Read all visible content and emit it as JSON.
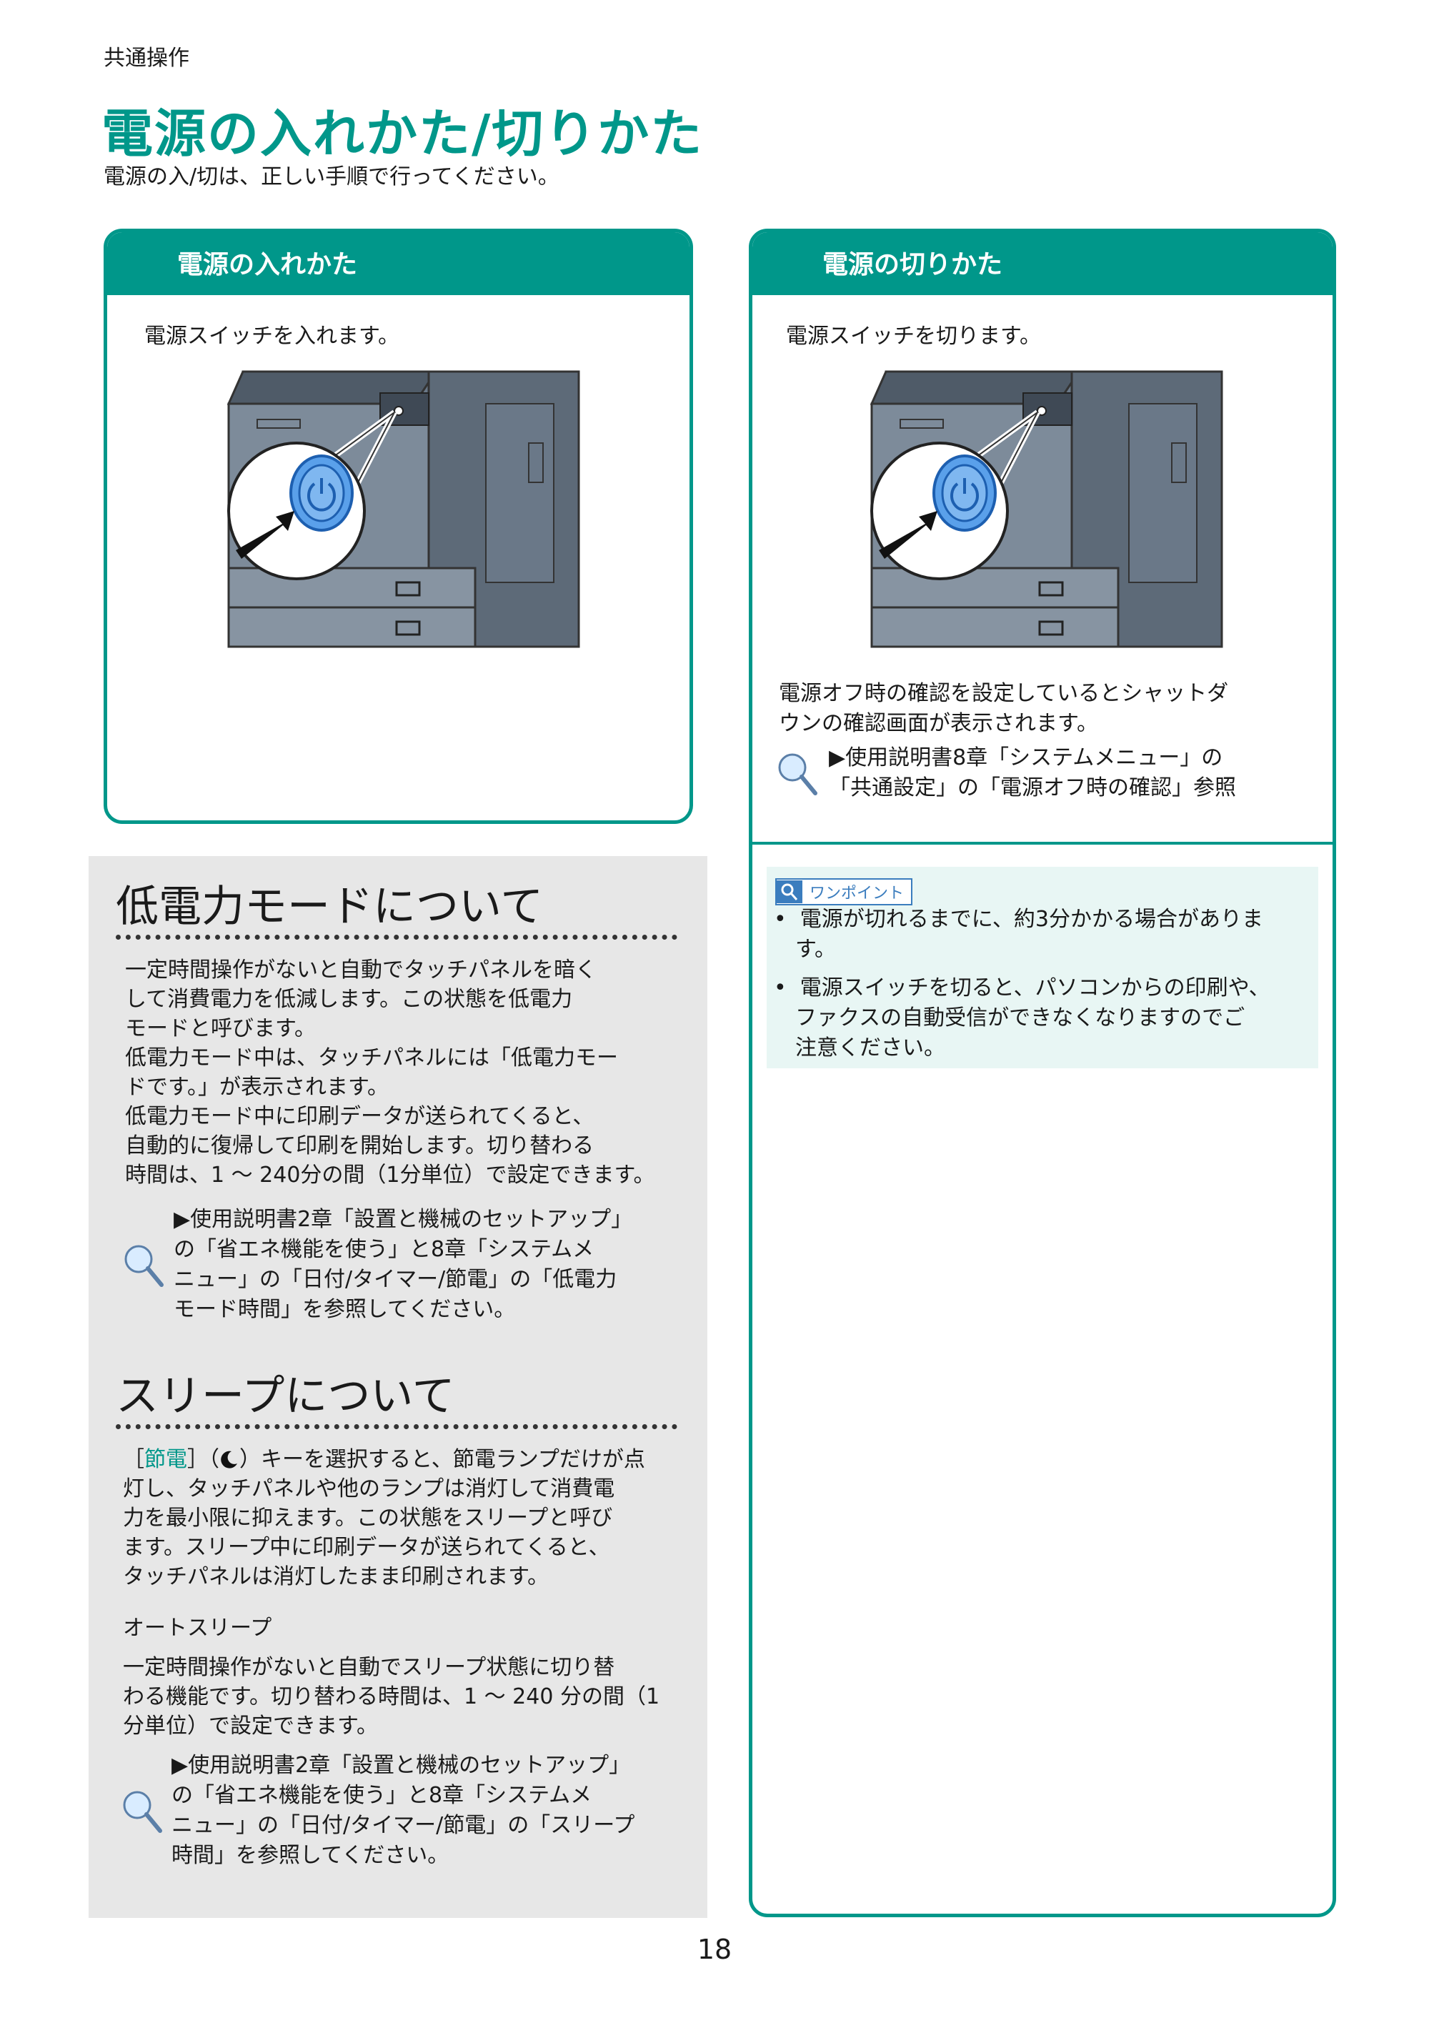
{
  "header": {
    "section_label": "共通操作",
    "title": "電源の入れかた/切りかた",
    "intro": "電源の入/切は、正しい手順で行ってください。"
  },
  "power_on": {
    "heading": "電源の入れかた",
    "step": "電源スイッチを入れます。"
  },
  "power_off": {
    "heading": "電源の切りかた",
    "step": "電源スイッチを切ります。",
    "note_lines": [
      "電源オフ時の確認を設定しているとシャットダ",
      "ウンの確認画面が表示されます。"
    ],
    "ref_lines": [
      "▶使用説明書8章「システムメニュー」の",
      "「共通設定」の「電源オフ時の確認」参照"
    ]
  },
  "low_power": {
    "title": "低電力モードについて",
    "lines": [
      "一定時間操作がないと自動でタッチパネルを暗く",
      "して消費電力を低減します。この状態を低電力",
      "モードと呼びます。",
      "低電力モード中は、タッチパネルには「低電力モー",
      "ドです。」が表示されます。",
      "低電力モード中に印刷データが送られてくると、",
      "自動的に復帰して印刷を開始します。切り替わる",
      "時間は、1 〜 240分の間（1分単位）で設定できます。"
    ],
    "ref_lines": [
      "▶使用説明書2章「設置と機械のセットアップ」",
      "の「省エネ機能を使う」と8章「システムメ",
      "ニュー」の「日付/タイマー/節電」の「低電力",
      "モード時間」を参照してください。"
    ]
  },
  "sleep": {
    "title": "スリープについて",
    "key_open": "［",
    "key_name": "節電",
    "key_close": "］（",
    "line1_rest": "）キーを選択すると、節電ランプだけが点",
    "lines": [
      "灯し、タッチパネルや他のランプは消灯して消費電",
      "力を最小限に抑えます。この状態をスリープと呼び",
      "ます。スリープ中に印刷データが送られてくると、",
      "タッチパネルは消灯したまま印刷されます。"
    ],
    "auto_sleep": {
      "heading": "オートスリープ",
      "lines": [
        "一定時間操作がないと自動でスリープ状態に切り替",
        "わる機能です。切り替わる時間は、1 〜 240 分の間（1",
        "分単位）で設定できます。"
      ],
      "ref_lines": [
        "▶使用説明書2章「設置と機械のセットアップ」",
        "の「省エネ機能を使う」と8章「システムメ",
        "ニュー」の「日付/タイマー/節電」の「スリープ",
        "時間」を参照してください。"
      ]
    }
  },
  "one_point": {
    "badge": "ワンポイント",
    "bullets": [
      {
        "lines": [
          "電源が切れるまでに、約3分かかる場合がありま",
          "す。"
        ]
      },
      {
        "lines": [
          "電源スイッチを切ると、パソコンからの印刷や、",
          "ファクスの自動受信ができなくなりますのでご",
          "注意ください。"
        ]
      }
    ]
  },
  "page_number": "18",
  "colors": {
    "accent": "#00978a",
    "gray_box": "#e7e7e7",
    "onepoint_bg": "#e8f6f4",
    "button_blue": "#3b8fe0"
  }
}
